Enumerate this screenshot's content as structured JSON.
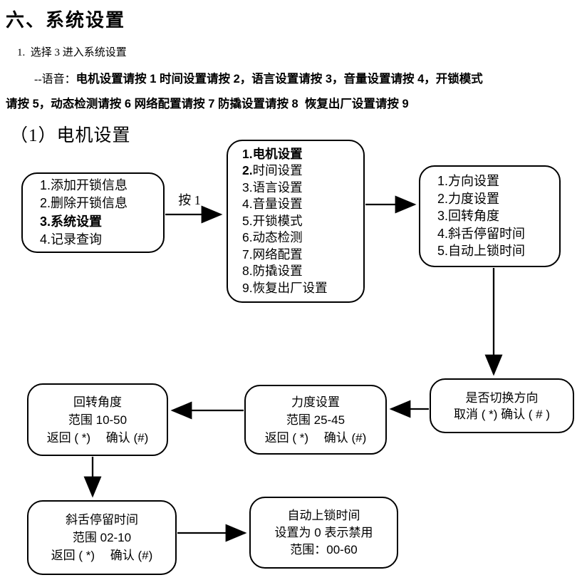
{
  "colors": {
    "ink": "#000000",
    "background": "#ffffff"
  },
  "header": {
    "title": "六、系统设置",
    "step": "1.  选择 3 进入系统设置",
    "voice_prefix": "--语音：",
    "voice_bold_line1": "电机设置请按 1 时间设置请按 2，语言设置请按 3，音量设置请按 4，开锁模式",
    "voice_bold_line2": "请按 5，动态检测请按 6 网络配置请按 7 防撬设置请按 8  恢复出厂设置请按 9",
    "section_title": "（1）电机设置"
  },
  "flowchart": {
    "press_label": "按 1",
    "main_menu": {
      "item1": "1.添加开锁信息",
      "item2": "2.删除开锁信息",
      "item3_bold": "3.系统设置",
      "item4": "4.记录查询"
    },
    "system_menu": {
      "item1_bold": "1.电机设置",
      "item2_num_bold": "2.",
      "item2_name": "时间设置",
      "items": [
        "3.语言设置",
        "4.音量设置",
        "5.开锁模式",
        "6.动态检测",
        "7.网络配置",
        "8.防撬设置",
        "9.恢复出厂设置"
      ]
    },
    "motor_menu": {
      "items": [
        "1.方向设置",
        "2.力度设置",
        "3.回转角度",
        "4.斜舌停留时间",
        "5.自动上锁时间"
      ]
    },
    "switch_direction_box": {
      "line1": "是否切换方向",
      "line2": "取消 ( *)  确认 ( # )"
    },
    "strength_box": {
      "line1": "力度设置",
      "line2": "范围 25-45",
      "line3": "返回 ( *)　 确认 (#)"
    },
    "rotation_box": {
      "line1": "回转角度",
      "line2": "范围 10-50",
      "line3": "返回 ( *)　 确认 (#)"
    },
    "latch_box": {
      "line1": "斜舌停留时间",
      "line2": "范围 02-10",
      "line3": "返回 ( *)　 确认 (#)"
    },
    "autolock_box": {
      "line1": "自动上锁时间",
      "line2": "设置为 0 表示禁用",
      "line3": "范围：00-60"
    }
  }
}
